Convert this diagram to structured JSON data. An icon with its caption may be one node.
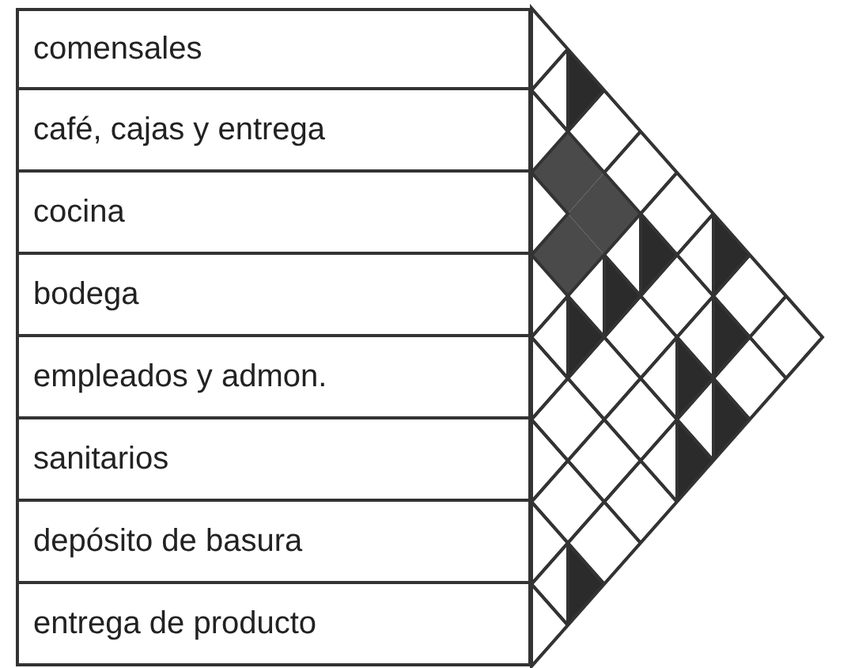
{
  "diagram": {
    "nodes": [
      {
        "text": [
          "comensales"
        ]
      },
      {
        "text": [
          "café, cajas y entrega"
        ]
      },
      {
        "text": [
          "cocina"
        ]
      },
      {
        "text": [
          "bodega"
        ]
      },
      {
        "text": [
          "empleados y admon."
        ]
      },
      {
        "text": [
          "sanitarios"
        ]
      },
      {
        "text": [
          "depósito de basura"
        ]
      },
      {
        "text": [
          "entrega de producto"
        ]
      }
    ]
  }
}
